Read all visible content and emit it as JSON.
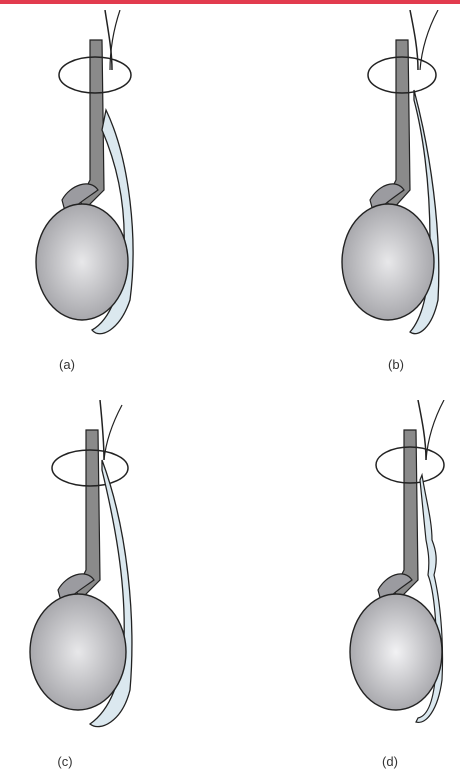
{
  "panels": [
    {
      "id": "a",
      "label": "(a)",
      "variant": "wide-sac"
    },
    {
      "id": "b",
      "label": "(b)",
      "variant": "patent-processus"
    },
    {
      "id": "c",
      "label": "(c)",
      "variant": "wide-sac-to-ring"
    },
    {
      "id": "d",
      "label": "(d)",
      "variant": "narrow-processus"
    }
  ],
  "colors": {
    "accent_rule": "#e23b4e",
    "cord": "#8a8a8a",
    "testis_fill": "#c9c9cc",
    "sac_fill": "#dbe8ef",
    "outline": "#222222"
  }
}
